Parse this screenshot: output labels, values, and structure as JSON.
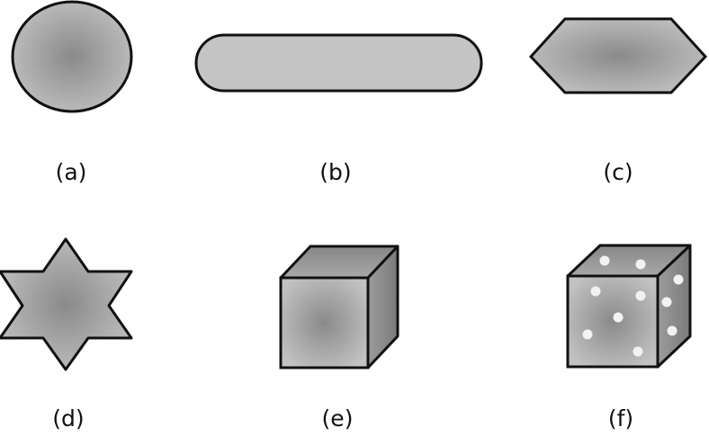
{
  "labels": {
    "a": "(a)",
    "b": "(b)",
    "c": "(c)",
    "d": "(d)",
    "e": "(e)",
    "f": "(f)"
  },
  "colors": {
    "stroke": "#111111",
    "fill_center": "#8a8a8a",
    "fill_edge": "#c2c2c2",
    "flat_fill": "#c4c4c4",
    "dots": "#f2f2f2"
  }
}
